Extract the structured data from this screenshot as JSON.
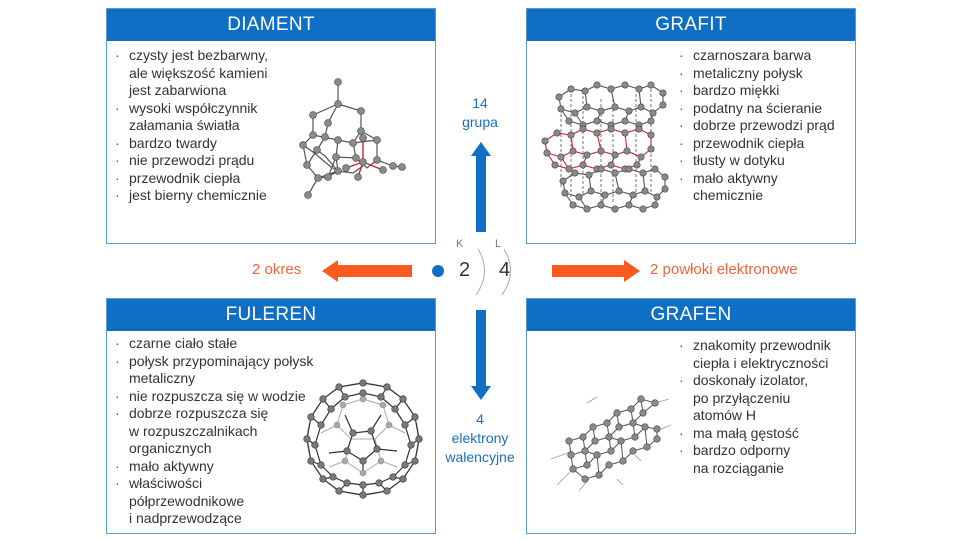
{
  "colors": {
    "header_blue": "#0e6fc4",
    "border_blue": "#5b9bd5",
    "arrow_blue": "#0e6fc4",
    "arrow_orange": "#fa5a1e",
    "orange_text": "#f0643a",
    "red_bond": "#d2232a"
  },
  "cards": {
    "diament": {
      "title": "DIAMENT",
      "items": [
        [
          "czysty jest bezbarwny,",
          "ale większość kamieni",
          "jest zabarwiona"
        ],
        [
          "wysoki współczynnik",
          "załamania światła"
        ],
        [
          "bardzo twardy"
        ],
        [
          "nie przewodzi prądu"
        ],
        [
          "przewodnik ciepła"
        ],
        [
          "jest bierny chemicznie"
        ]
      ],
      "image": "diamond-structure-icon"
    },
    "grafit": {
      "title": "GRAFIT",
      "items": [
        [
          "czarnoszara barwa"
        ],
        [
          "metaliczny połysk"
        ],
        [
          "bardzo miękki"
        ],
        [
          "podatny na ścieranie"
        ],
        [
          "dobrze przewodzi prąd"
        ],
        [
          "przewodnik ciepła"
        ],
        [
          "tłusty w dotyku"
        ],
        [
          "mało aktywny",
          "chemicznie"
        ]
      ],
      "image": "graphite-layers-icon"
    },
    "fuleren": {
      "title": "FULEREN",
      "items": [
        [
          "czarne ciało stałe"
        ],
        [
          "połysk przypominający połysk",
          "metaliczny"
        ],
        [
          "nie rozpuszcza się w wodzie"
        ],
        [
          "dobrze rozpuszcza się",
          "w rozpuszczalnikach",
          "organicznych"
        ],
        [
          "mało aktywny"
        ],
        [
          "właściwości",
          "półprzewodnikowe",
          "i nadprzewodzące"
        ]
      ],
      "image": "fullerene-sphere-icon"
    },
    "grafen": {
      "title": "GRAFEN",
      "items": [
        [
          "znakomity przewodnik",
          "ciepła i elektryczności"
        ],
        [
          "doskonały izolator,",
          "po przyłączeniu",
          "atomów H"
        ],
        [
          "ma małą gęstość"
        ],
        [
          "bardzo odporny",
          "na rozciąganie"
        ]
      ],
      "image": "graphene-sheet-icon"
    }
  },
  "center": {
    "up_label": [
      "14",
      "grupa"
    ],
    "down_label": [
      "4",
      "elektrony",
      "walencyjne"
    ],
    "left_label": "2 okres",
    "right_label": "2 powłoki elektronowe",
    "shells": [
      {
        "letter": "K",
        "count": "2"
      },
      {
        "letter": "L",
        "count": "4"
      }
    ]
  }
}
